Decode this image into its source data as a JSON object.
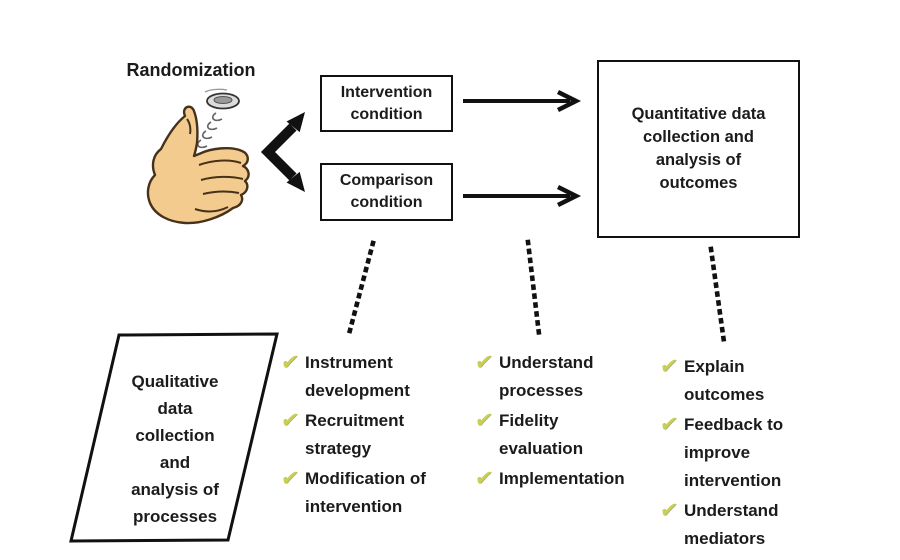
{
  "randomization": {
    "label": "Randomization"
  },
  "boxes": {
    "intervention": {
      "label": "Intervention\ncondition"
    },
    "comparison": {
      "label": "Comparison\ncondition"
    },
    "quantitative": {
      "label": "Quantitative data\ncollection and\nanalysis of\noutcomes"
    },
    "qualitative": {
      "label": "Qualitative\ndata\ncollection\nand\nanalysis of\nprocesses"
    }
  },
  "checklists": [
    {
      "items": [
        "Instrument\ndevelopment",
        "Recruitment\nstrategy",
        "Modification of\nintervention"
      ]
    },
    {
      "items": [
        "Understand\nprocesses",
        "Fidelity\nevaluation",
        "Implementation"
      ]
    },
    {
      "items": [
        "Explain\noutcomes",
        "Feedback to\nimprove\nintervention",
        "Understand\nmediators"
      ]
    }
  ],
  "icons": {
    "checkmark": "✔"
  },
  "colors": {
    "check": "#c9cf4f",
    "skin": "#f4cb8e",
    "skin_outline": "#46321a",
    "line": "#111111",
    "coin": "#dcdcdc"
  }
}
